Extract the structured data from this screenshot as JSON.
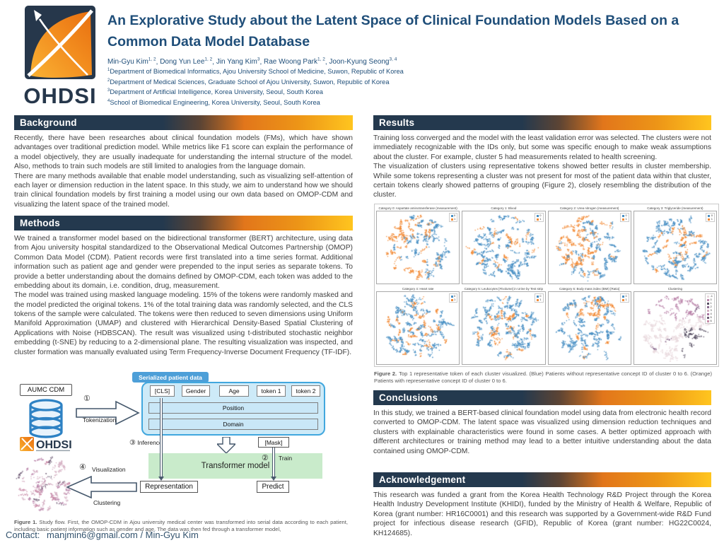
{
  "header": {
    "logo_text": "OHDSI",
    "title_line1": "An Explorative Study about the Latent Space of Clinical Foundation Models Based on a",
    "title_line2": "Common Data Model Database",
    "authors": [
      {
        "name": "Min-Gyu Kim",
        "sup": "1, 2"
      },
      {
        "name": "Dong Yun Lee",
        "sup": "1, 2"
      },
      {
        "name": "Jin Yang Kim",
        "sup": "3"
      },
      {
        "name": "Rae Woong Park",
        "sup": "1, 2"
      },
      {
        "name": "Joon-Kyung Seong",
        "sup": "3, 4"
      }
    ],
    "affiliations": [
      {
        "sup": "1",
        "text": "Department of Biomedical Informatics, Ajou University School of Medicine, Suwon, Republic of Korea"
      },
      {
        "sup": "2",
        "text": "Department of Medical Sciences, Graduate School of Ajou University, Suwon, Republic of Korea"
      },
      {
        "sup": "3",
        "text": "Department of Artificial Intelligence, Korea University, Seoul, South Korea"
      },
      {
        "sup": "4",
        "text": "School of Biomedical Engineering, Korea University, Seoul, South Korea"
      }
    ]
  },
  "sections": {
    "background": {
      "title": "Background",
      "paragraphs": [
        "Recently, there have been researches about clinical foundation models (FMs), which have shown advantages over traditional prediction model. While metrics like F1 score can explain the performance of a model objectively, they are usually inadequate for understanding the internal structure of the model. Also, methods to train such models are still limited to analogies from the language domain.",
        "There are many methods available that enable model understanding, such as visualizing self-attention of each layer or dimension reduction in the latent space. In this study, we aim to understand how we should train clinical foundation models by first training a model using our own data based on OMOP-CDM and visualizing the latent space of the trained model."
      ]
    },
    "methods": {
      "title": "Methods",
      "paragraphs": [
        "We trained a transformer model based on the bidirectional transformer (BERT) architecture, using data from Ajou university hospital standardized to the Observational Medical Outcomes Partnership (OMOP) Common Data Model (CDM). Patient records were first translated into a time series format. Additional information such as patient age and gender were prepended to the input series as separate tokens. To provide a better understanding about the domains defined by OMOP-CDM, each token was added to the embedding about its domain, i.e. condition, drug, measurement.",
        "The model was trained using masked language modeling. 15% of the tokens were randomly masked and the model predicted the original tokens. 1% of the total training data was randomly selected, and the CLS tokens of the sample were calculated. The tokens were then reduced to seven dimensions using Uniform Manifold Approximation (UMAP) and clustered with Hierarchical Density-Based Spatial Clustering of Applications with Noise (HDBSCAN). The result was visualized using t-distributed stochastic neighbor embedding (t-SNE) by reducing to a 2-dimensional plane. The resulting visualization was inspected, and cluster formation was manually evaluated using Term Frequency-Inverse Document Frequency (TF-IDF)."
      ]
    },
    "results": {
      "title": "Results",
      "paragraphs": [
        "Training loss converged and the model with the least validation error was selected. The clusters were not immediately recognizable with the IDs only, but some was specific enough to make weak assumptions about the cluster. For example, cluster 5 had measurements related to health screening.",
        "The visualization of clusters using representative tokens showed better results in cluster membership. While some tokens representing a cluster was not present for most of the patient data within that cluster, certain tokens clearly showed patterns of grouping (Figure 2), closely resembling the distribution of the cluster."
      ]
    },
    "conclusions": {
      "title": "Conclusions",
      "paragraphs": [
        "In this study, we trained a BERT-based clinical foundation model using data from electronic health record converted to OMOP-CDM. The latent space was visualized using dimension reduction techniques and clusters with explainable characteristics were found in some cases. A better optimized approach with different architectures or training method may lead to a better intuitive understanding about the data contained using OMOP-CDM."
      ]
    },
    "acknowledgement": {
      "title": "Acknowledgement",
      "paragraphs": [
        "This research was funded a grant from the Korea Health Technology R&D Project through the Korea Health Industry Development Institute (KHIDI), funded by the Ministry of Health & Welfare, Republic of Korea (grant number: HR16C0001) and this research was supported by a Government-wide R&D Fund project for infectious disease research (GFID), Republic of Korea (grant number: HG22C0024, KH124685)."
      ]
    }
  },
  "figure1": {
    "labels": {
      "aumc": "AUMC CDM",
      "serialized": "Serialized patient data",
      "tokens": [
        "[CLS]",
        "Gender",
        "Age",
        "token 1",
        "token 2"
      ],
      "position": "Position",
      "domain": "Domain",
      "mask": "[Mask]",
      "transformer": "Transformer model",
      "representation": "Representation",
      "predict": "Predict",
      "mini_logo": "OHDSI"
    },
    "steps": {
      "s1": {
        "num": "①",
        "label": "Tokenization"
      },
      "s2": {
        "num": "②",
        "label": "Train"
      },
      "s3": {
        "num": "③",
        "label": "Inference"
      },
      "s4": {
        "num": "④",
        "label": "Visualization",
        "label2": "Clustering"
      }
    },
    "caption_label": "Figure 1.",
    "caption_text": "Study flow. First, the OMOP-CDM in Ajou university medical center was transformed into serial data according to each patient, including basic patient information such as gender and age. The data was then fed through a transformer model,"
  },
  "figure2": {
    "panels": [
      {
        "title": "Category 0: Aspartate aminotransferase (measurement)",
        "mode": "m0",
        "legend": "binary"
      },
      {
        "title": "Category 1: Blood",
        "mode": "m1",
        "legend": "binary"
      },
      {
        "title": "Category 2: Urea nitrogen (measurement)",
        "mode": "m2",
        "legend": "binary"
      },
      {
        "title": "Category 3: Triglyceride (measurement)",
        "mode": "m3",
        "legend": "binary"
      },
      {
        "title": "Category 4: Heart rate",
        "mode": "m4",
        "legend": "binary"
      },
      {
        "title": "Category 5: Leukocytes [#/volume] in Urine by Test strip",
        "mode": "m5",
        "legend": "binary"
      },
      {
        "title": "Category 6: Body mass index (BMI) [Ratio]",
        "mode": "m6",
        "legend": "binary"
      },
      {
        "title": "Clustering",
        "mode": "m7",
        "legend": "clusters"
      }
    ],
    "legend_binary": [
      "0",
      "1"
    ],
    "legend_clusters": [
      "-1",
      "0",
      "1",
      "2",
      "3",
      "4",
      "5",
      "6"
    ],
    "caption_label": "Figure 2.",
    "caption_text": "Top 1 representative token of each cluster visualized. (Blue) Patients without representative concept ID of cluster 0 to 6. (Orange) Patients with representative concept ID of cluster 0 to 6."
  },
  "contact": {
    "label": "Contact:",
    "value": "manjmin6@gmail.com / Min-Gyu Kim"
  },
  "colors": {
    "navy": "#1F4E79",
    "bar_navy": "#24394E",
    "bar_orange": "#E2761B",
    "bar_yellow": "#FFC51F",
    "scatter_blue": "#4a90c4",
    "scatter_orange": "#f28c39",
    "cluster_palette": [
      "#e9dade",
      "#bb86ab",
      "#564e62",
      "#8a6b8f",
      "#d4afc2",
      "#a974a0",
      "#6d5a74",
      "#c98ba8"
    ]
  }
}
